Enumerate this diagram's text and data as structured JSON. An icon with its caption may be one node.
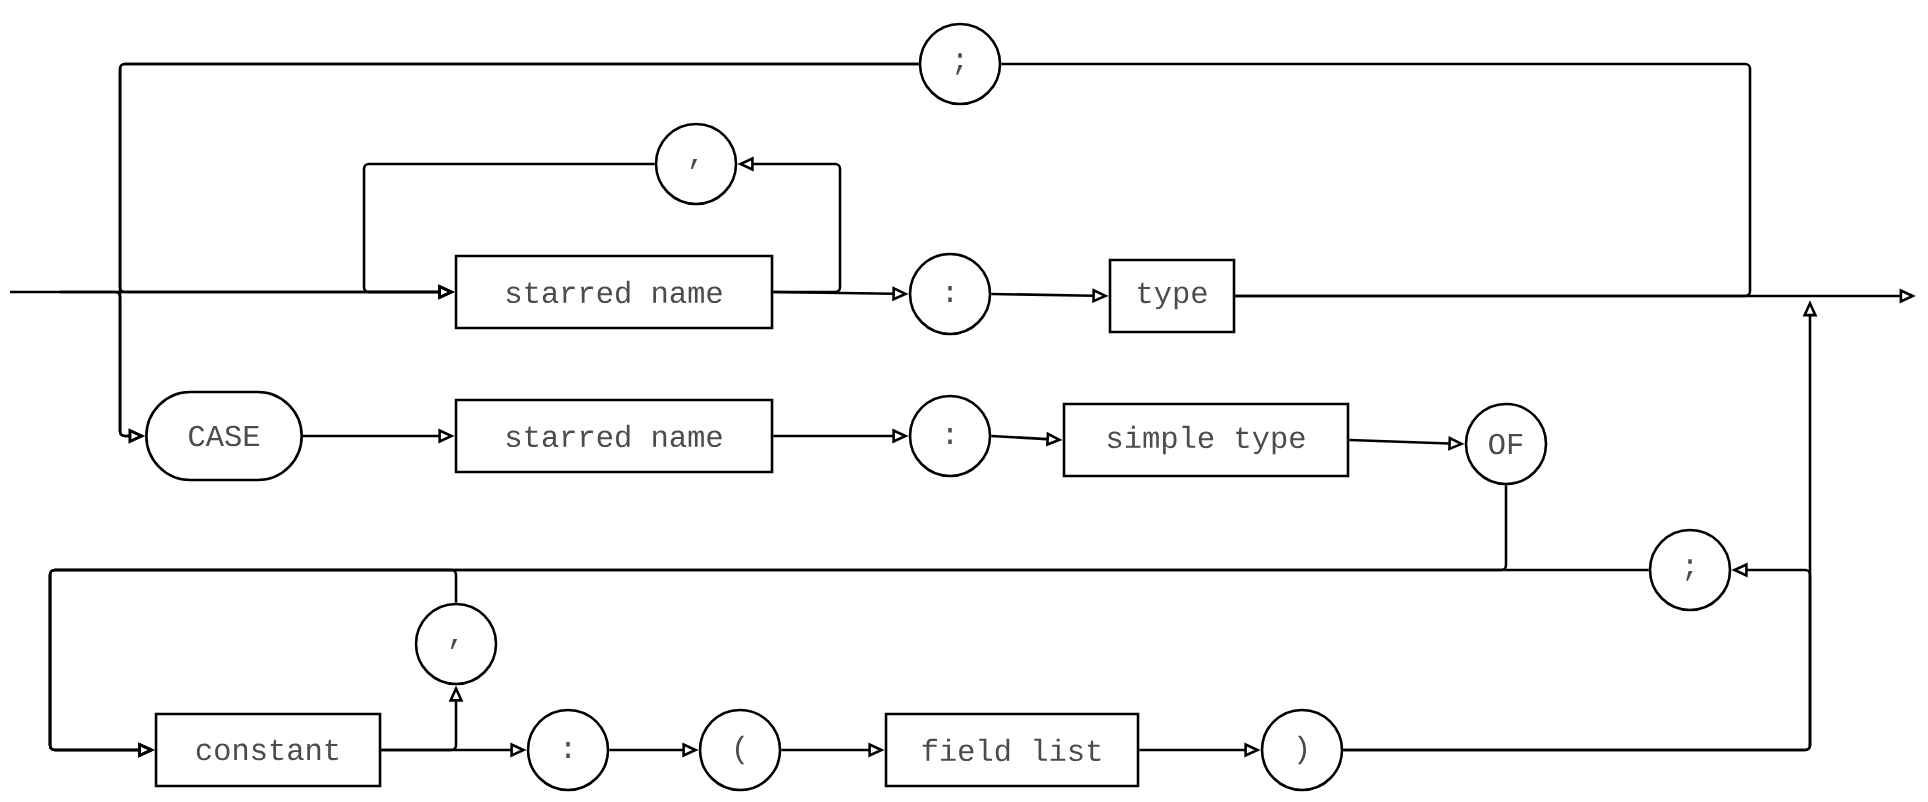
{
  "diagram": {
    "nodes": [
      {
        "text": [
          ";"
        ]
      },
      {
        "text": [
          ","
        ]
      },
      {
        "text": [
          "starred name"
        ]
      },
      {
        "text": [
          ":"
        ]
      },
      {
        "text": [
          "type"
        ]
      },
      {
        "text": [
          "CASE"
        ]
      },
      {
        "text": [
          "starred name"
        ]
      },
      {
        "text": [
          ":"
        ]
      },
      {
        "text": [
          "simple type"
        ]
      },
      {
        "text": [
          "OF"
        ]
      },
      {
        "text": [
          ";"
        ]
      },
      {
        "text": [
          ","
        ]
      },
      {
        "text": [
          "constant"
        ]
      },
      {
        "text": [
          ":"
        ]
      },
      {
        "text": [
          "("
        ]
      },
      {
        "text": [
          "field list"
        ]
      },
      {
        "text": [
          ")"
        ]
      }
    ],
    "edges": [
      {
        "from": null,
        "to": 2,
        "arrow": "to"
      },
      {
        "from": 2,
        "to": 3,
        "arrow": "to"
      },
      {
        "from": 3,
        "to": 4,
        "arrow": "to"
      },
      {
        "from": 4,
        "to": null,
        "arrow": "to"
      },
      {
        "from": 2,
        "to": 1,
        "arrow": "to"
      },
      {
        "from": 1,
        "to": 2,
        "arrow": "to"
      },
      {
        "from": 4,
        "to": 0,
        "arrow": "none"
      },
      {
        "from": 0,
        "to": 2,
        "arrow": "to"
      },
      {
        "from": 0,
        "to": 5,
        "arrow": "to"
      },
      {
        "from": null,
        "to": 5,
        "arrow": "to"
      },
      {
        "from": 5,
        "to": 6,
        "arrow": "to"
      },
      {
        "from": 6,
        "to": 7,
        "arrow": "to"
      },
      {
        "from": 7,
        "to": 8,
        "arrow": "to"
      },
      {
        "from": 8,
        "to": 9,
        "arrow": "to"
      },
      {
        "from": 9,
        "to": 12,
        "arrow": "to"
      },
      {
        "from": 10,
        "to": 12,
        "arrow": "to"
      },
      {
        "from": 12,
        "to": 13,
        "arrow": "to"
      },
      {
        "from": 12,
        "to": 11,
        "arrow": "to"
      },
      {
        "from": 11,
        "to": 12,
        "arrow": "to"
      },
      {
        "from": 13,
        "to": 14,
        "arrow": "to"
      },
      {
        "from": 14,
        "to": 15,
        "arrow": "to"
      },
      {
        "from": 15,
        "to": 16,
        "arrow": "to"
      },
      {
        "from": 16,
        "to": 10,
        "arrow": "to"
      },
      {
        "from": 16,
        "to": null,
        "arrow": "to"
      }
    ]
  }
}
